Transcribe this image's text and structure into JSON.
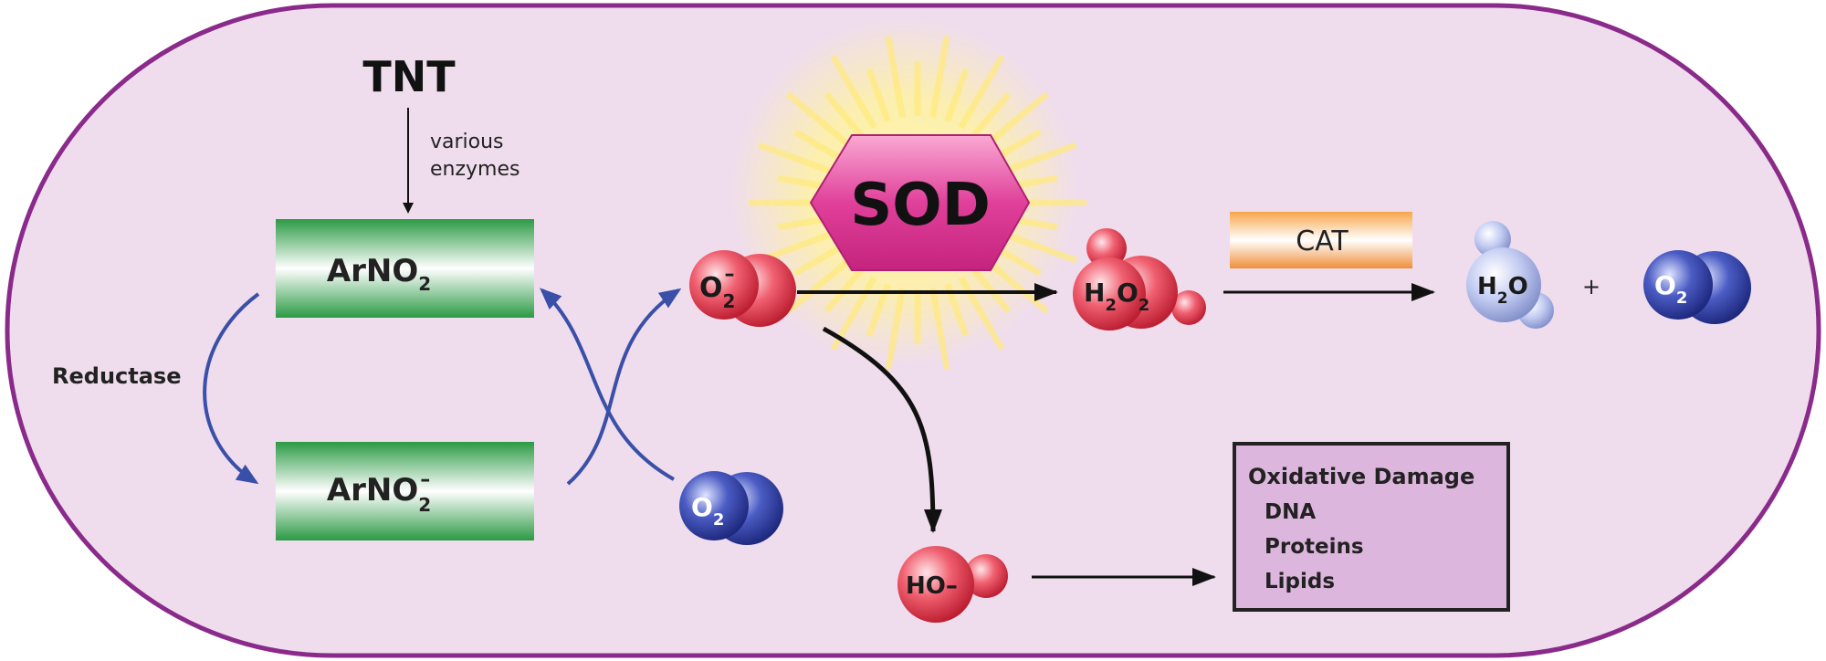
{
  "labels": {
    "tnt": "TNT",
    "enzymes_line1": "various",
    "enzymes_line2": "enzymes",
    "reductase": "Reductase",
    "sod": "SOD",
    "cat": "CAT",
    "plus": "+",
    "arno2": {
      "base": "ArNO",
      "sub": "2"
    },
    "arno2_radical": {
      "base": "ArNO",
      "sub": "2",
      "sup": "–"
    },
    "superoxide": {
      "base": "O",
      "sub": "2",
      "sup": "–"
    },
    "o2": {
      "base": "O",
      "sub": "2"
    },
    "h2o2": {
      "a": "H",
      "sub1": "2",
      "b": "O",
      "sub2": "2"
    },
    "h2o": {
      "a": "H",
      "sub": "2",
      "b": "O"
    },
    "hydroxyl": "HO–"
  },
  "damage_box": {
    "title": "Oxidative Damage",
    "items": [
      "DNA",
      "Proteins",
      "Lipids"
    ]
  },
  "colors": {
    "cell_fill": "#efdded",
    "cell_border": "#8a2a8a",
    "green": "#2ea54a",
    "blue_arrow": "#3a4fa8",
    "red_molecule": "#e0344a",
    "blue_molecule": "#2a3c9c",
    "light_blue_molecule": "#a9b6e6",
    "sod_pink": "#e0409a",
    "cat_orange": "#f0a050",
    "damage_box": "#ddb6dd"
  }
}
